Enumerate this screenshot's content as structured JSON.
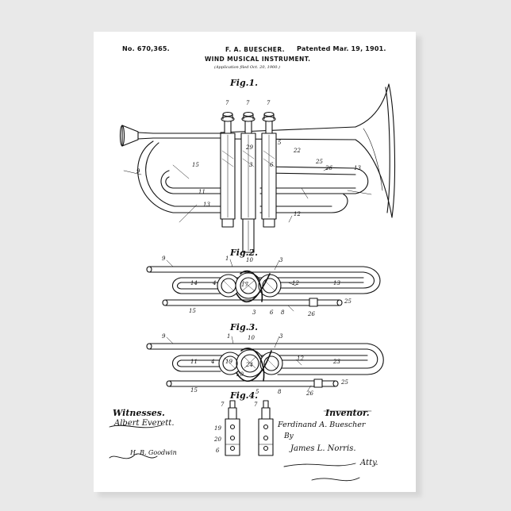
{
  "header": {
    "number": "No. 670,365.",
    "inventor_name": "F. A. BUESCHER.",
    "patented": "Patented Mar. 19, 1901.",
    "title": "WIND MUSICAL INSTRUMENT.",
    "application": "(Application filed Oct. 20, 1900.)"
  },
  "figures": {
    "fig1": "Fig.1.",
    "fig2": "Fig.2.",
    "fig3": "Fig.3.",
    "fig4": "Fig.4."
  },
  "signatures": {
    "witnesses_label": "Witnesses.",
    "witness1": "Albert Everett.",
    "witness2": "H. B. Goodwin",
    "inventor_label": "Inventor.",
    "inventor_sig": "Ferdinand A. Buescher",
    "by": "By",
    "attorney_sig": "James L. Norris.",
    "atty": "Atty."
  },
  "ref_numbers": {
    "r7a": "7",
    "r7b": "7",
    "r7c": "7",
    "r29": "29",
    "r5": "5",
    "r22": "22",
    "r9": "9",
    "r15a": "15",
    "r3a": "3",
    "r6a": "6",
    "r26a": "26",
    "r25a": "25",
    "r13a": "13",
    "r11a": "11",
    "r13b": "13",
    "r12a": "12",
    "r9b": "9",
    "r1b": "1",
    "r10b": "10",
    "r3b": "3",
    "r14b": "14",
    "r4b": "4",
    "r17b": "17",
    "r12b": "12",
    "r13c": "13",
    "r15b": "15",
    "r3c": "3",
    "r6b": "6",
    "r8b": "8",
    "r26b": "26",
    "r25b": "25",
    "r9c": "9",
    "r1c": "1",
    "r10c": "10",
    "r3d": "3",
    "r11c": "11",
    "r4c": "4",
    "r19c": "19",
    "r24c": "24",
    "r20c": "20",
    "r12c": "12",
    "r23c": "23",
    "r15c": "15",
    "r5c": "5",
    "r8c": "8",
    "r26c": "26",
    "r25c": "25",
    "r7d": "7",
    "r7e": "7",
    "r19d": "19",
    "r20d": "20",
    "r6d": "6"
  }
}
